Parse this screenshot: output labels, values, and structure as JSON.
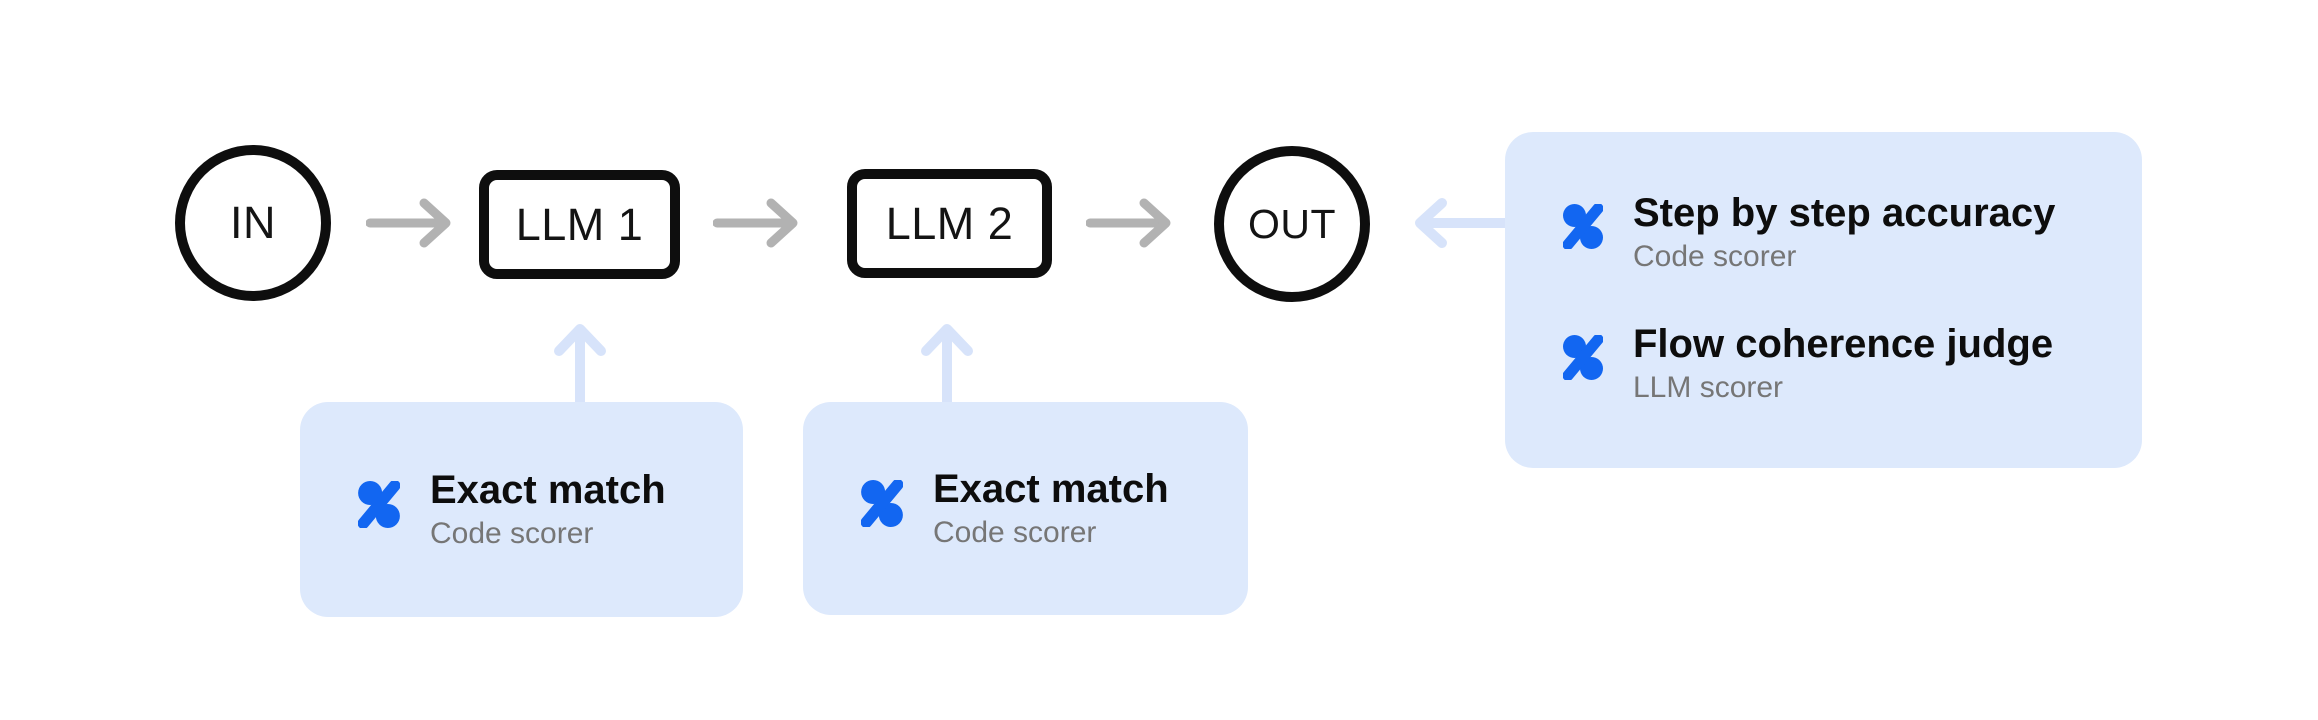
{
  "diagram": {
    "title_hint": "LLM pipeline evaluation flow",
    "nodes": {
      "in": {
        "label": "IN",
        "shape": "circle"
      },
      "llm1": {
        "label": "LLM 1",
        "shape": "box"
      },
      "llm2": {
        "label": "LLM 2",
        "shape": "box"
      },
      "out": {
        "label": "OUT",
        "shape": "circle"
      }
    },
    "edges": [
      {
        "from": "IN",
        "to": "LLM 1",
        "style": "gray-arrow"
      },
      {
        "from": "LLM 1",
        "to": "LLM 2",
        "style": "gray-arrow"
      },
      {
        "from": "LLM 2",
        "to": "OUT",
        "style": "gray-arrow"
      },
      {
        "from": "scorer-card-llm1",
        "to": "LLM 1",
        "style": "blue-arrow-up"
      },
      {
        "from": "scorer-card-llm2",
        "to": "LLM 2",
        "style": "blue-arrow-up"
      },
      {
        "from": "scorer-card-out",
        "to": "OUT",
        "style": "blue-arrow-left"
      }
    ],
    "cards": {
      "llm1": {
        "attached_to": "LLM 1",
        "items": [
          {
            "name": "Exact match",
            "type": "Code scorer",
            "icon": "percent-scorer-icon"
          }
        ]
      },
      "llm2": {
        "attached_to": "LLM 2",
        "items": [
          {
            "name": "Exact match",
            "type": "Code scorer",
            "icon": "percent-scorer-icon"
          }
        ]
      },
      "out": {
        "attached_to": "OUT",
        "items": [
          {
            "name": "Step by step accuracy",
            "type": "Code scorer",
            "icon": "percent-scorer-icon"
          },
          {
            "name": "Flow coherence judge",
            "type": "LLM scorer",
            "icon": "percent-scorer-icon"
          }
        ]
      }
    },
    "colors": {
      "background": "#ffffff",
      "node_stroke": "#0e0e0e",
      "node_label": "#141414",
      "flow_arrow_gray": "#b2b2b2",
      "connector_arrow_blue": "#d7e3fa",
      "card_background": "#dde9fc",
      "scorer_icon_blue": "#1266f1",
      "scorer_name_text": "#0d0d0d",
      "scorer_type_text": "#767676"
    }
  }
}
